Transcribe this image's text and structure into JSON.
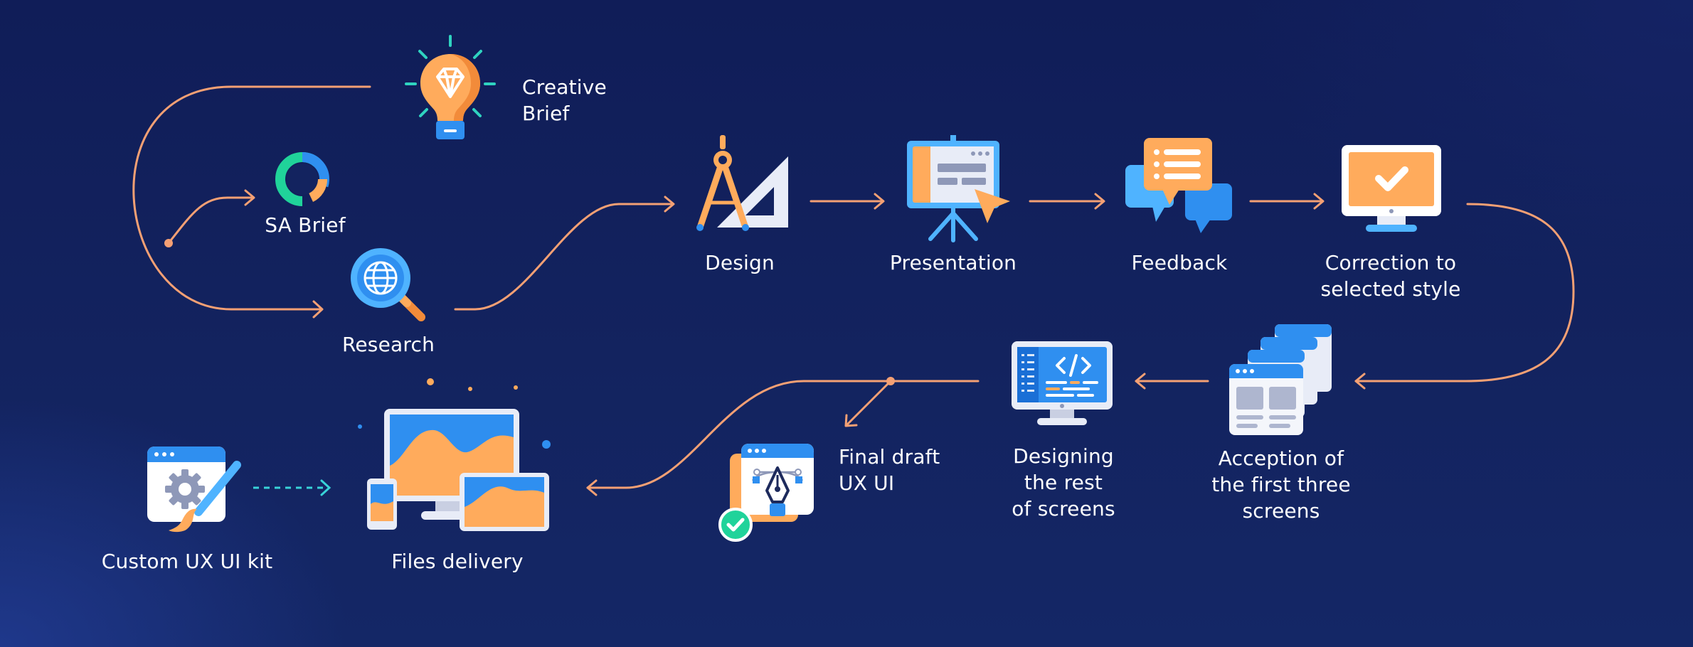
{
  "nodes": {
    "creative_brief": {
      "label": "Creative\nBrief",
      "icon": "lightbulb-diamond-icon"
    },
    "sa_brief": {
      "label": "SA Brief",
      "icon": "donut-chart-icon"
    },
    "research": {
      "label": "Research",
      "icon": "globe-magnifier-icon"
    },
    "design": {
      "label": "Design",
      "icon": "compass-ruler-icon"
    },
    "presentation": {
      "label": "Presentation",
      "icon": "presentation-board-icon"
    },
    "feedback": {
      "label": "Feedback",
      "icon": "chat-bubbles-icon"
    },
    "correction": {
      "label": "Correction to\nselected style",
      "icon": "monitor-check-icon"
    },
    "acception": {
      "label": "Acception of\nthe first three\nscreens",
      "icon": "stacked-windows-icon"
    },
    "designing_rest": {
      "label": "Designing\nthe rest\nof screens",
      "icon": "code-monitor-icon"
    },
    "final_draft": {
      "label": "Final draft\nUX UI",
      "icon": "pen-tool-window-icon"
    },
    "files_delivery": {
      "label": "Files delivery",
      "icon": "devices-icon"
    },
    "custom_kit": {
      "label": "Custom UX UI kit",
      "icon": "gear-brush-window-icon"
    }
  },
  "colors": {
    "background": "#13235f",
    "connector": "#f4a074",
    "dashed_connector": "#38d3d8",
    "accent_orange": "#ffab5c",
    "accent_blue": "#2f8ff0",
    "white": "#ffffff"
  }
}
